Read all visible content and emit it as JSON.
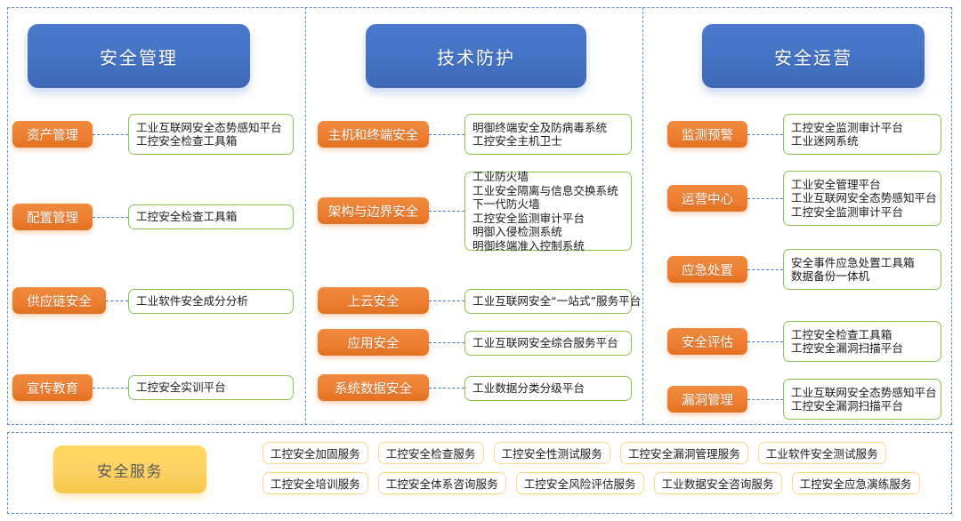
{
  "colors": {
    "header_blue": "#4472C4",
    "category_orange": "#ED7D31",
    "detail_border_green": "#8CC152",
    "service_yellow": "#FCD163",
    "tag_border": "#FCD98A",
    "panel_dash": "#5B8BD9"
  },
  "columns": [
    {
      "title": "安全管理",
      "rows": [
        {
          "category": "资产管理",
          "details": [
            "工业互联网安全态势感知平台",
            "工控安全检查工具箱"
          ]
        },
        {
          "category": "配置管理",
          "details": [
            "工控安全检查工具箱"
          ]
        },
        {
          "category": "供应链安全",
          "details": [
            "工业软件安全成分分析"
          ]
        },
        {
          "category": "宣传教育",
          "details": [
            "工控安全实训平台"
          ]
        }
      ]
    },
    {
      "title": "技术防护",
      "rows": [
        {
          "category": "主机和终端安全",
          "details": [
            "明御终端安全及防病毒系统",
            "工控安全主机卫士"
          ]
        },
        {
          "category": "架构与边界安全",
          "details": [
            "工业防火墙",
            "工业安全隔离与信息交换系统",
            "下一代防火墙",
            "工控安全监测审计平台",
            "明御入侵检测系统",
            "明御终端准入控制系统"
          ]
        },
        {
          "category": "上云安全",
          "details": [
            "工业互联网安全“一站式”服务平台"
          ]
        },
        {
          "category": "应用安全",
          "details": [
            "工业互联网安全综合服务平台"
          ]
        },
        {
          "category": "系统数据安全",
          "details": [
            "工业数据分类分级平台"
          ]
        }
      ]
    },
    {
      "title": "安全运营",
      "rows": [
        {
          "category": "监测预警",
          "details": [
            "工控安全监测审计平台",
            "工业迷网系统"
          ]
        },
        {
          "category": "运营中心",
          "details": [
            "工业安全管理平台",
            "工业互联网安全态势感知平台",
            "工控安全监测审计平台"
          ]
        },
        {
          "category": "应急处置",
          "details": [
            "安全事件应急处置工具箱",
            "数据备份一体机"
          ]
        },
        {
          "category": "安全评估",
          "details": [
            "工控安全检查工具箱",
            "工控安全漏洞扫描平台"
          ]
        },
        {
          "category": "漏洞管理",
          "details": [
            "工业互联网安全态势感知平台",
            "工控安全漏洞扫描平台"
          ]
        }
      ]
    }
  ],
  "services": {
    "title": "安全服务",
    "row1": [
      "工控安全加固服务",
      "工控安全检查服务",
      "工控安全性测试服务",
      "工控安全漏洞管理服务",
      "工业软件安全测试服务"
    ],
    "row2": [
      "工控安全培训服务",
      "工控安全体系咨询服务",
      "工控安全风险评估服务",
      "工业数据安全咨询服务",
      "工控安全应急演练服务"
    ]
  }
}
